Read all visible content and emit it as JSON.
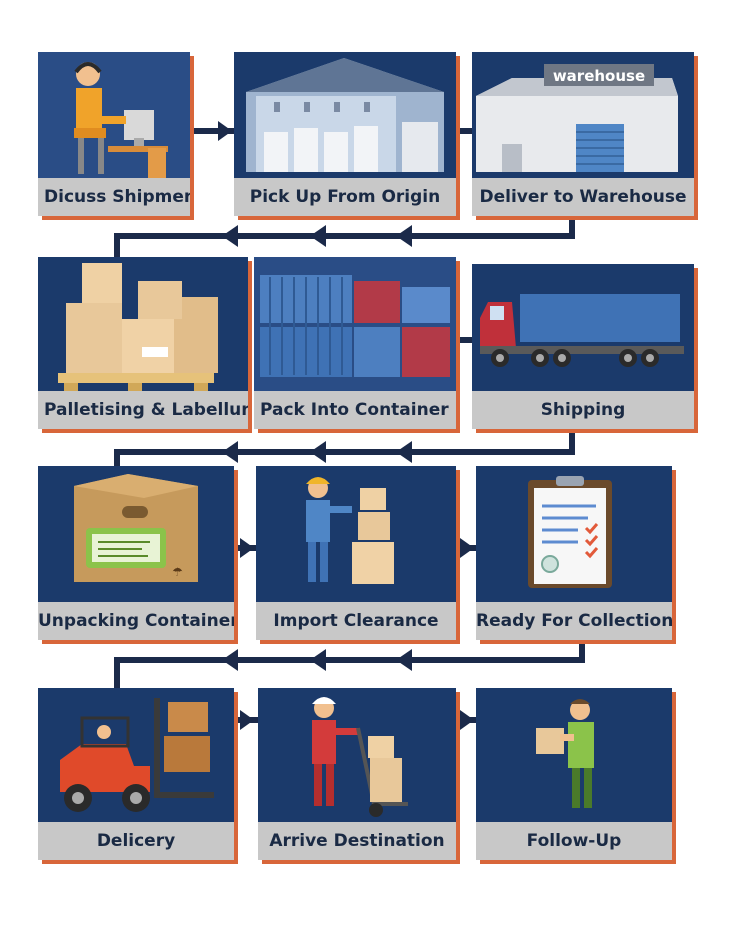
{
  "steps": [
    {
      "label": "Dicuss Shipment",
      "icon": "customer-service-icon"
    },
    {
      "label": "Pick Up From Origin",
      "icon": "warehouse-interior-icon"
    },
    {
      "label": "Deliver to Warehouse",
      "icon": "warehouse-building-icon",
      "sign": "warehouse"
    },
    {
      "label": "Palletising & Labellung",
      "icon": "pallet-boxes-icon"
    },
    {
      "label": "Pack Into Container",
      "icon": "shipping-containers-icon"
    },
    {
      "label": "Shipping",
      "icon": "truck-icon"
    },
    {
      "label": "Unpacking Container",
      "icon": "open-box-icon"
    },
    {
      "label": "Import Clearance",
      "icon": "worker-scanning-icon"
    },
    {
      "label": "Ready For Collection",
      "icon": "clipboard-icon"
    },
    {
      "label": "Delicery",
      "icon": "forklift-icon"
    },
    {
      "label": "Arrive Destination",
      "icon": "hand-truck-icon"
    },
    {
      "label": "Follow-Up",
      "icon": "courier-handoff-icon"
    }
  ],
  "colors": {
    "card": "#1b3a6b",
    "label_bg": "#c8c8c8",
    "label_text": "#1a2a44",
    "shadow": "#d8663a",
    "connector": "#1b2a4a"
  }
}
